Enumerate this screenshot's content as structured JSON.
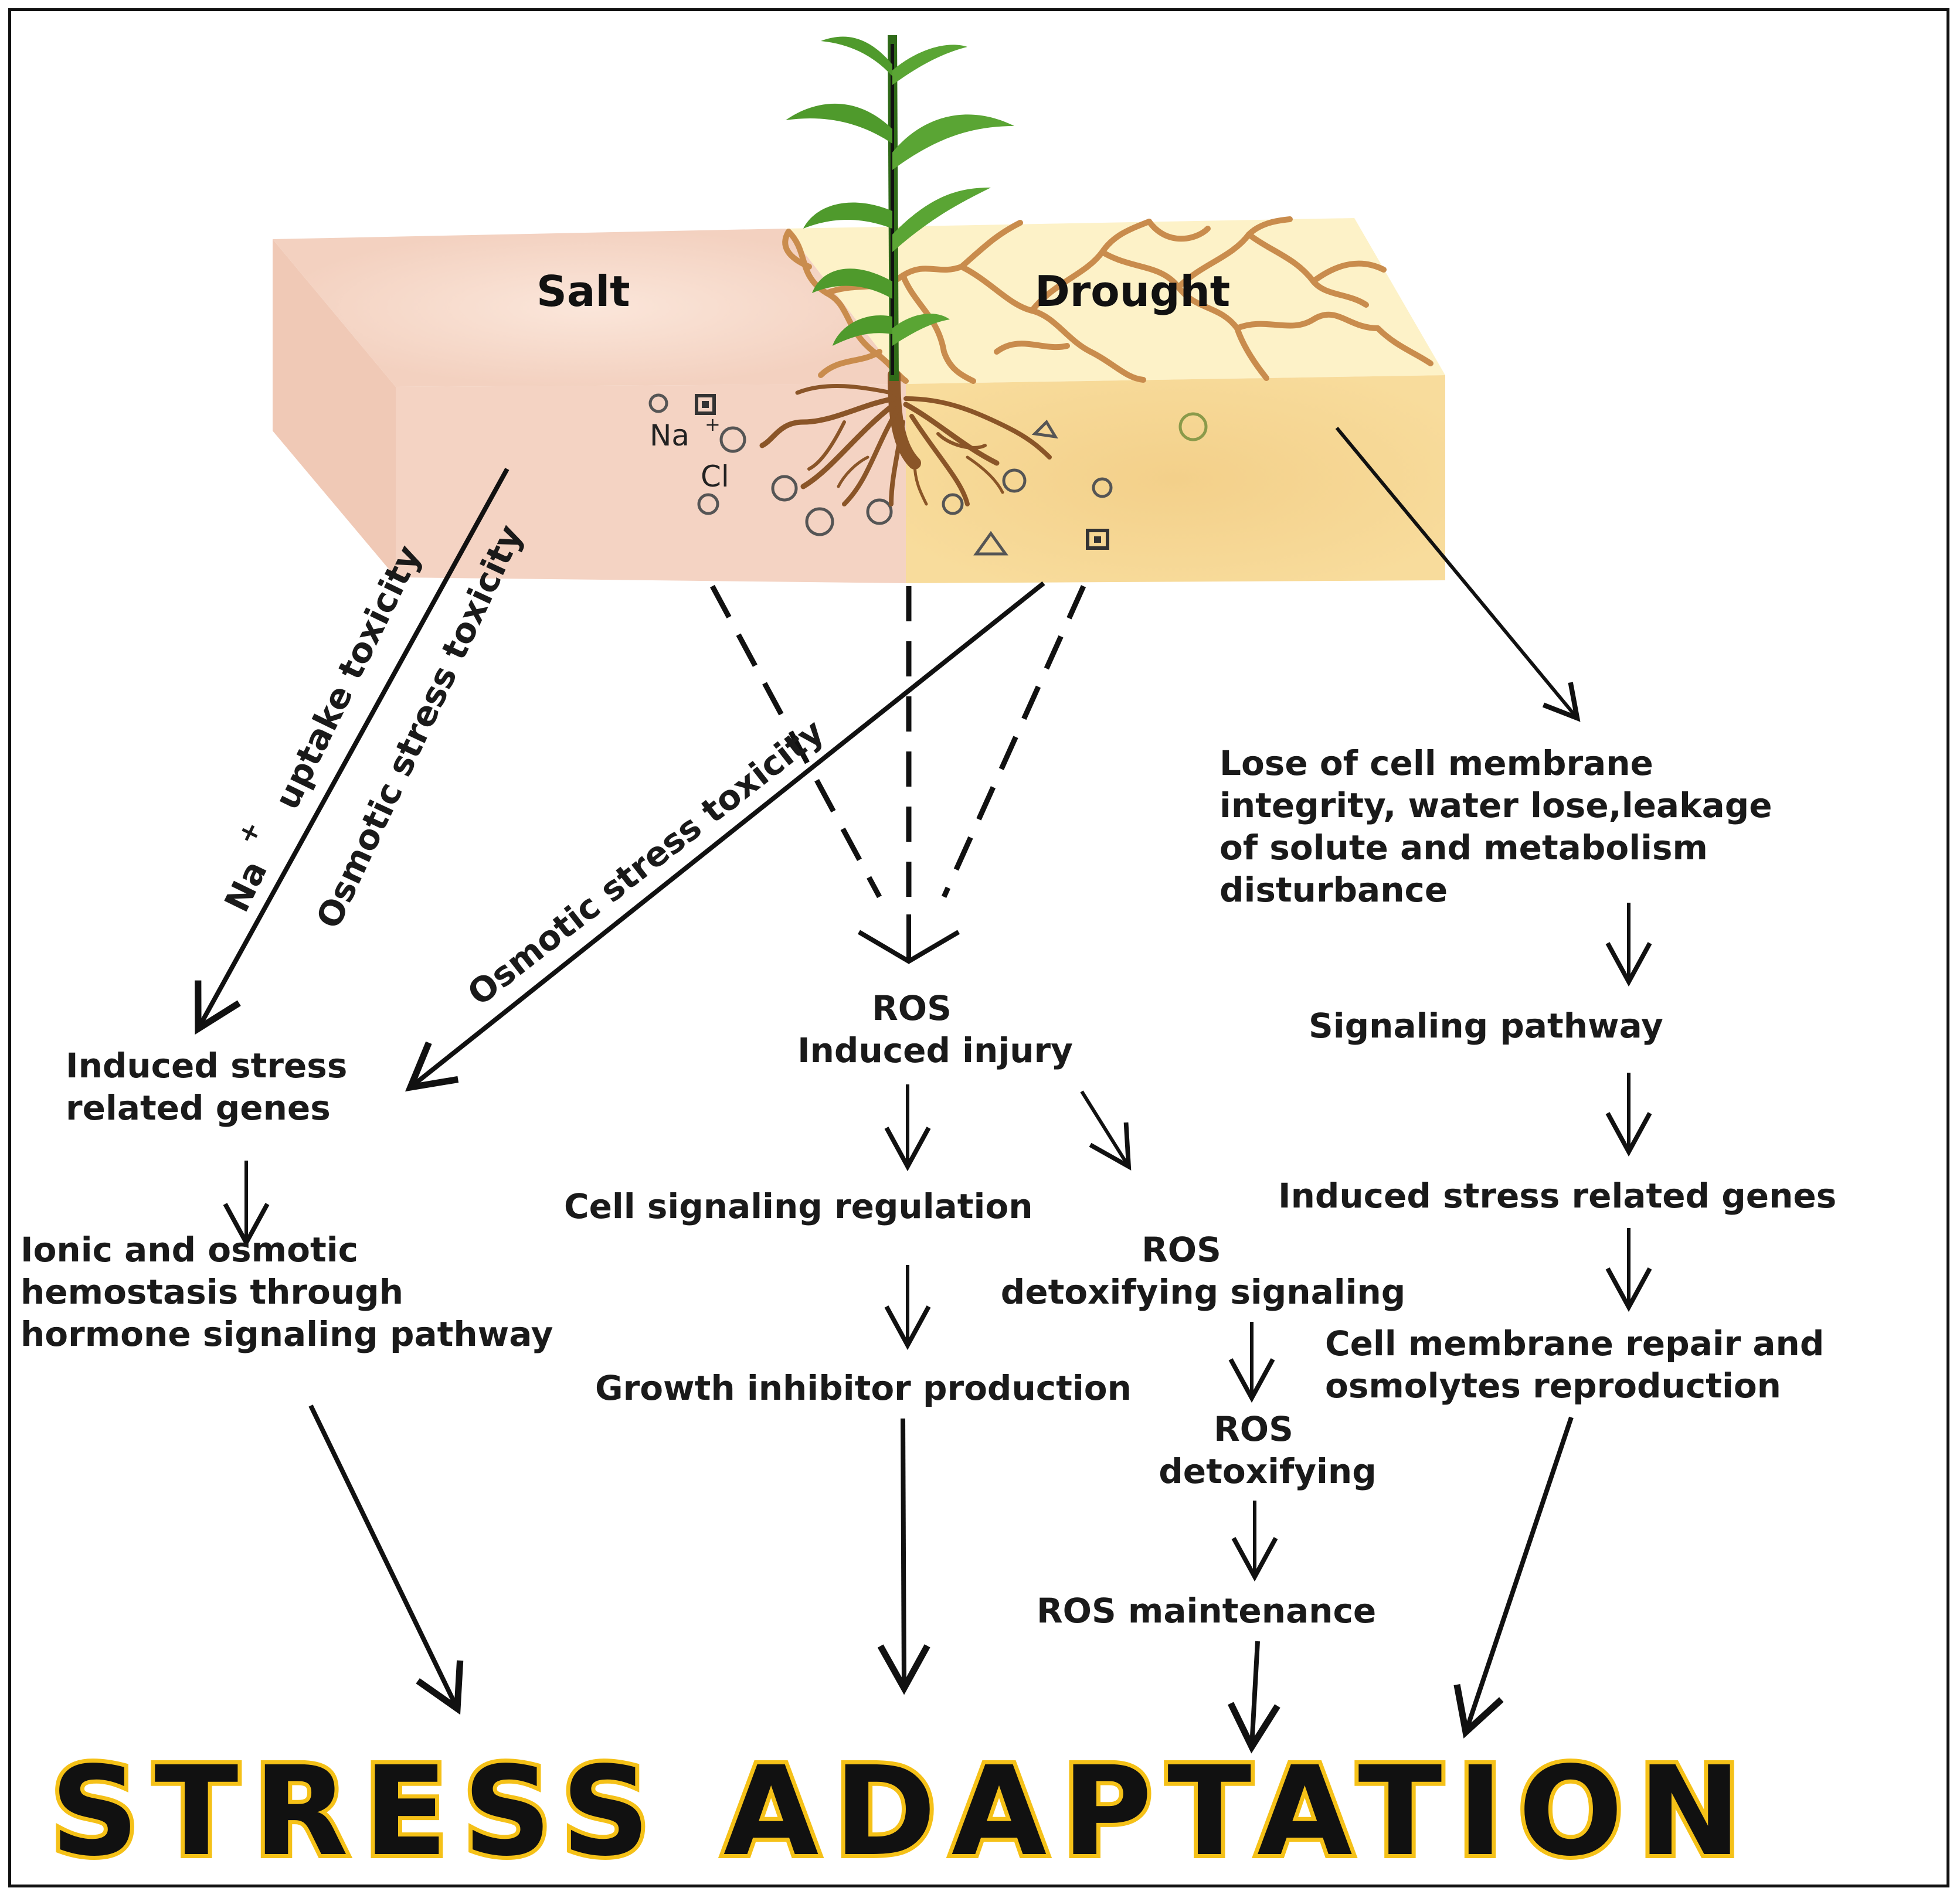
{
  "soil": {
    "salt_label": "Salt",
    "drought_label": "Drought",
    "ion_na": "Na",
    "ion_na_charge": "+",
    "ion_cl": "Cl"
  },
  "salt_pathway": {
    "na_toxicity_a": "Na",
    "na_toxicity_charge": "+",
    "na_toxicity_b": "uptake toxicity",
    "osmotic_toxicity": "Osmotic stress toxicity",
    "drought_osmotic_toxicity": "Osmotic stress toxicity",
    "stress_genes": [
      "Induced stress",
      "related genes"
    ],
    "homeostasis": [
      "Ionic and osmotic",
      "hemostasis through",
      "hormone signaling pathway"
    ]
  },
  "ros_pathway": {
    "ros_injury": [
      "ROS",
      "Induced injury"
    ],
    "cell_signaling": "Cell signaling regulation",
    "growth_inhibitor": "Growth inhibitor production",
    "ros_detox_signaling": [
      "ROS",
      "detoxifying signaling"
    ],
    "ros_detoxifying": [
      "ROS",
      "detoxifying"
    ],
    "ros_maintenance": "ROS maintenance"
  },
  "drought_pathway": {
    "membrane_loss": [
      "Lose of cell membrane",
      "integrity, water lose,leakage",
      "of solute and metabolism",
      "disturbance"
    ],
    "signaling": "Signaling pathway",
    "stress_genes": "Induced stress related genes",
    "repair": [
      "Cell membrane repair and",
      "osmolytes reproduction"
    ]
  },
  "title": "STRESS ADAPTATION",
  "colors": {
    "salt_top": "#f6d9cb",
    "salt_front": "#f4d2c2",
    "drought_top": "#fdf1c4",
    "drought_front": "#f6d991",
    "crack": "#c98c4d",
    "leaf": "#4f9a2c",
    "root": "#8a5528",
    "title_outline": "#f5c118"
  }
}
